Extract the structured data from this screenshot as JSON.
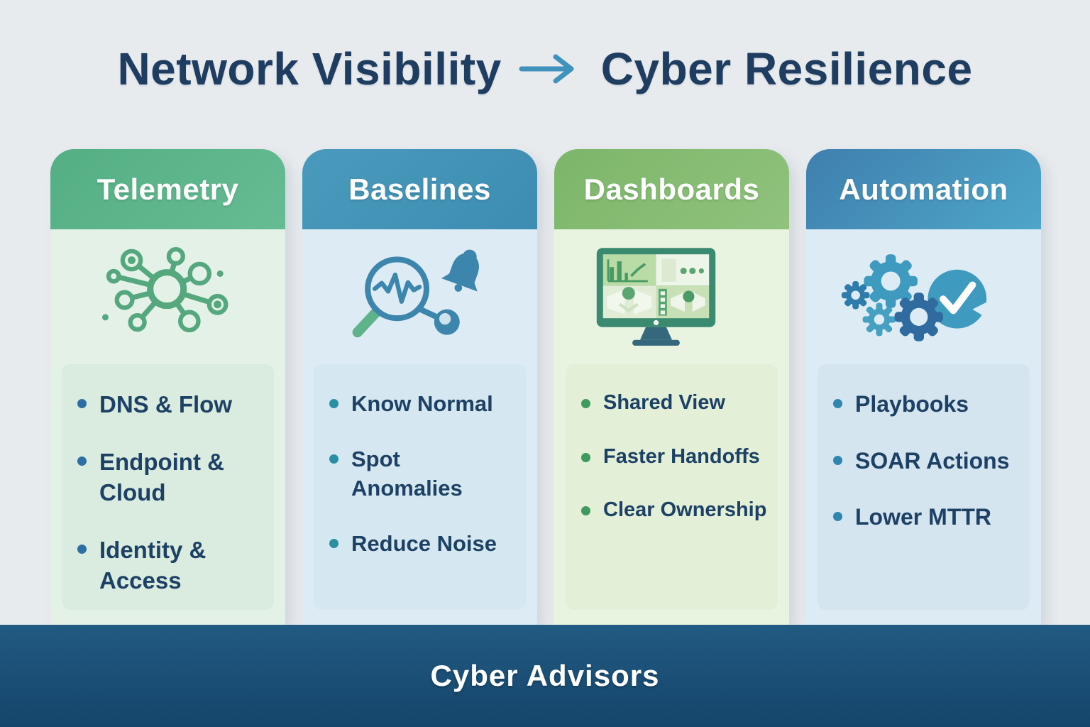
{
  "title": {
    "part1": "Network Visibility",
    "part2": "Cyber Resilience",
    "arrow_icon": "right-arrow-icon"
  },
  "columns": [
    {
      "label": "Telemetry",
      "icon": "network-hub-icon",
      "items": [
        "DNS & Flow",
        "Endpoint & Cloud",
        "Identity & Access"
      ]
    },
    {
      "label": "Baselines",
      "icon": "anomaly-magnifier-bell-icon",
      "items": [
        "Know Normal",
        "Spot Anomalies",
        "Reduce Noise"
      ]
    },
    {
      "label": "Dashboards",
      "icon": "dashboard-monitor-icon",
      "items": [
        "Shared View",
        "Faster Handoffs",
        "Clear Ownership"
      ]
    },
    {
      "label": "Automation",
      "icon": "gears-checkmark-icon",
      "items": [
        "Playbooks",
        "SOAR Actions",
        "Lower MTTR"
      ]
    }
  ],
  "footer": {
    "brand": "Cyber Advisors"
  },
  "colors": {
    "page_background": "#e8ebee",
    "title_text": "#1e3d60",
    "arrow": "#3f92bc",
    "telemetry_header": "#5bb289",
    "baselines_header": "#4294b8",
    "dashboards_header": "#84bd71",
    "automation_header": "#4489b6",
    "telemetry_accent": "#55a87e",
    "baselines_accent": "#3c86ae",
    "footer_background": "#1e5580",
    "bullet_text": "#1d4164"
  }
}
